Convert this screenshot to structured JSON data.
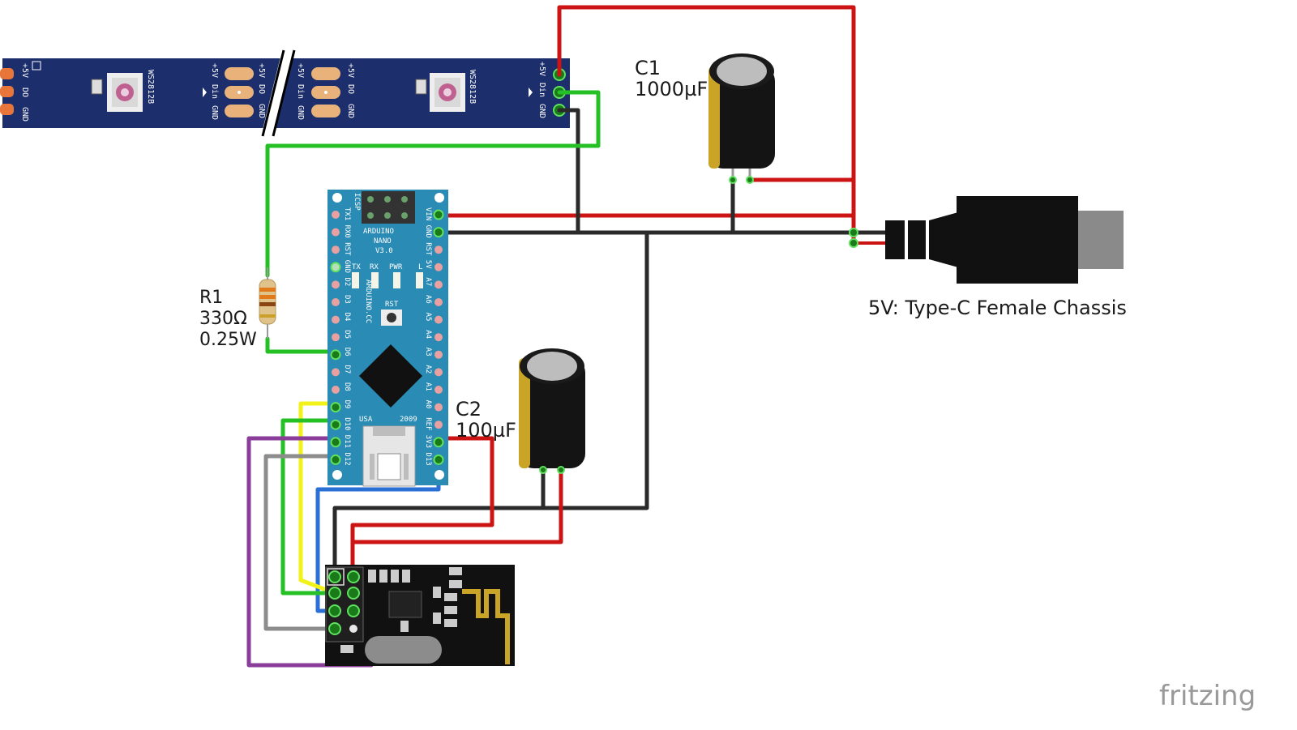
{
  "colors": {
    "wire_red": "#cc1414",
    "wire_black": "#2a2a2a",
    "wire_green": "#25c025",
    "wire_yellow": "#f2f21a",
    "wire_blue": "#2a6fd6",
    "wire_purple": "#8a3d99",
    "wire_gray": "#8c8c8c",
    "strip": "#1c2e6b",
    "nano": "#2a8bb4",
    "nrf": "#111111",
    "pad": "#e8b27a"
  },
  "strip": {
    "pins_left": [
      "+5V",
      "DO",
      "GND"
    ],
    "pins_in": [
      "+5V",
      "Din",
      "GND"
    ],
    "pins_out": [
      "+5V",
      "DO",
      "GND"
    ],
    "led_label": "WS2812B"
  },
  "c1": {
    "name": "C1",
    "value": "1000µF"
  },
  "c2": {
    "name": "C2",
    "value": "100µF"
  },
  "r1": {
    "name": "R1",
    "value": "330Ω",
    "power": "0.25W"
  },
  "usb": {
    "label": "5V: Type-C Female Chassis"
  },
  "nano": {
    "title1": "ARDUINO",
    "title2": "NANO",
    "title3": "V3.0",
    "icsp": "ICSP",
    "site": "ARDUINO.CC",
    "rst_label": "RST",
    "leds": [
      "TX",
      "RX",
      "PWR",
      "L"
    ],
    "usa": "USA",
    "year": "2009",
    "left_pins": [
      "TX1",
      "RX0",
      "RST",
      "GND",
      "D2",
      "D3",
      "D4",
      "D5",
      "D6",
      "D7",
      "D8",
      "D9",
      "D10",
      "D11",
      "D12"
    ],
    "right_pins": [
      "VIN",
      "GND",
      "RST",
      "5V",
      "A7",
      "A6",
      "A5",
      "A4",
      "A3",
      "A2",
      "A1",
      "A0",
      "REF",
      "3V3",
      "D13"
    ]
  },
  "footer": {
    "brand": "fritzing"
  }
}
